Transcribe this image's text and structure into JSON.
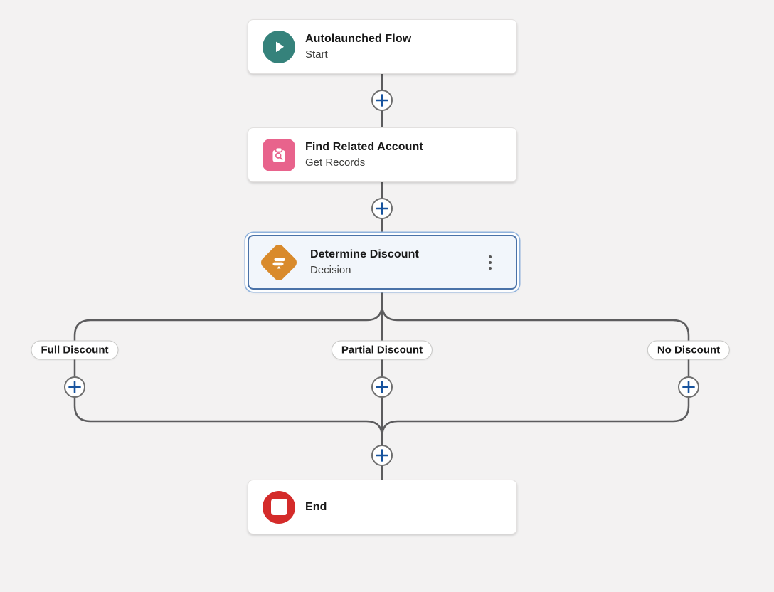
{
  "canvas": {
    "background_color": "#f3f2f2",
    "connector_color": "#5c5c5e",
    "plus_color": "#17539e",
    "selection_border_color": "#4a72a8",
    "selection_glow_color": "#8fb2dc"
  },
  "nodes": {
    "start": {
      "title": "Autolaunched Flow",
      "subtitle": "Start",
      "icon": "play-icon",
      "icon_color": "#35827b"
    },
    "get_records": {
      "title": "Find Related Account",
      "subtitle": "Get Records",
      "icon": "record-lookup-icon",
      "icon_color": "#e8638c"
    },
    "decision": {
      "title": "Determine Discount",
      "subtitle": "Decision",
      "icon": "decision-diamond-icon",
      "icon_color": "#d98a2b",
      "selected": true
    },
    "end": {
      "title": "End",
      "icon": "stop-icon",
      "icon_color": "#d42b2a"
    }
  },
  "branches": [
    {
      "label": "Full Discount"
    },
    {
      "label": "Partial Discount"
    },
    {
      "label": "No Discount"
    }
  ]
}
